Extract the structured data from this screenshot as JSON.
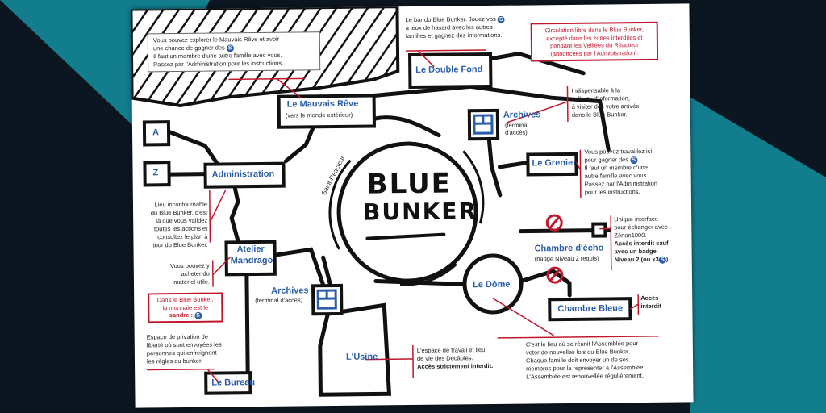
{
  "title": {
    "line1": "BLUE",
    "line2": "BUNKER"
  },
  "center_label": "Saint-Réacteur",
  "colors": {
    "accent_blue": "#2b5ea8",
    "note_red": "#c0182a",
    "bg_dark": "#0b1620",
    "bg_teal": "#127d8d"
  },
  "currency_icon": {
    "name": "sandre-coin-icon",
    "glyph": "S"
  },
  "rooms": {
    "mauvais_reve": {
      "label": "Le Mauvais Rêve",
      "sub": "(vers le monde extérieur)"
    },
    "double_fond": {
      "label": "Le Double Fond"
    },
    "archives_top": {
      "label": "Archives",
      "sub1": "(terminal",
      "sub2": "d'accès)"
    },
    "grenier": {
      "label": "Le Grenier"
    },
    "administration": {
      "label": "Administration"
    },
    "room_a": {
      "label": "A"
    },
    "room_z": {
      "label": "Z"
    },
    "atelier": {
      "label1": "Atelier",
      "label2": "Mandrago"
    },
    "archives_bottom": {
      "label": "Archives",
      "sub": "(terminal d'accès)"
    },
    "chambre_echo": {
      "label": "Chambre d'écho",
      "sub": "(badge Niveau 2 requis)"
    },
    "dome": {
      "label": "Le Dôme"
    },
    "chambre_bleue": {
      "label": "Chambre Bleue"
    },
    "usine": {
      "label": "L'Usine"
    },
    "bureau": {
      "label": "Le Bureau"
    }
  },
  "notes": {
    "mauvais_reve": [
      "Vous pouvez explorer le Mauvais Rêve et avoir",
      "une chance de gagner des",
      "Il faut un membre d'une autre famille avec vous.",
      "Passez par l'Administration pour les instructions."
    ],
    "double_fond": [
      "Le bar du Blue Bunker. Jouez vos",
      "à jeux de hasard avec les autres",
      "familles et gagnez des informations."
    ],
    "circulation": [
      "Circulation libre dans le Blue Bunker,",
      "excepté dans les zones interdites et",
      "pendant les Veillées du Réacteur",
      "(annoncées par l'Admibistration)."
    ],
    "archives": [
      "Indispensable à la",
      "collecte d'information,",
      "à visiter dès votre arrivée",
      "dans le Blue Bunker."
    ],
    "grenier": [
      "Vous pouvez travaillez ici",
      "pour gagner des",
      "Il faut un membre d'une",
      "autre famille avec vous.",
      "Passez par l'Administration",
      "pour les instructions."
    ],
    "administration": [
      "Lieu incontournable",
      "du Blue Bunker, c'est",
      "là que vous validez",
      "toutes les actions et",
      "consultez le plan à",
      "jour du Blue Bunker."
    ],
    "atelier": [
      "Vous pouvez y",
      "acheter du",
      "matériel utile."
    ],
    "monnaie": [
      "Dans le Blue Bunker,",
      "la monnaie est le",
      "sandre :"
    ],
    "bureau": [
      "Espace de privation de",
      "liberté où sont envoyées les",
      "personnes qui enfreignent",
      "les règles du bunker."
    ],
    "chambre_echo": [
      "Unique interface",
      "pour échanger avec",
      "Zénon1000.",
      "Accès interdit sauf",
      "avec un badge",
      "Niveau 2 (ou x3"
    ],
    "chambre_bleue": [
      "Accès",
      "interdit"
    ],
    "usine": [
      "L'espace de travail et lieu",
      "de vie des Décâblés.",
      "Accès strictement interdit."
    ],
    "dome": [
      "C'est le lieu où se réunit l'Assemblée pour",
      "voter de nouvelles lois du Blue Bunker.",
      "Chaque famille doit envoyer un de ses",
      "membres pour la représenter à l'Assemblée.",
      "L'Assemblée est renouvellée régulièrement."
    ]
  }
}
